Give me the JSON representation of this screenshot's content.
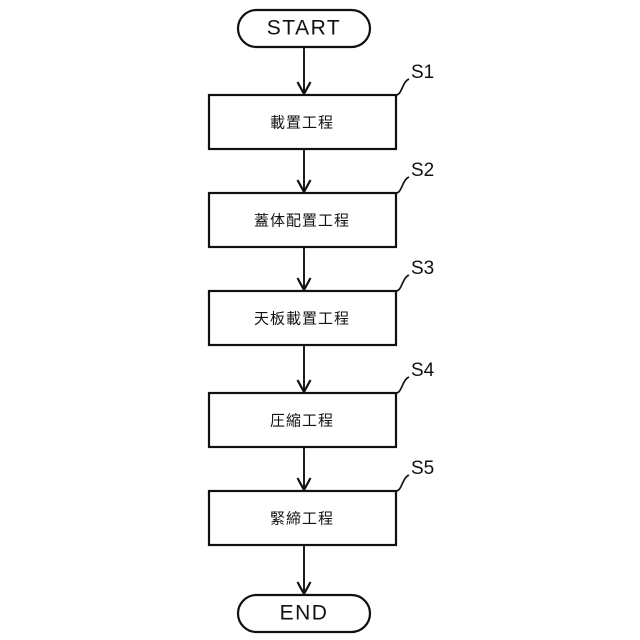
{
  "diagram": {
    "title": "",
    "type": "flowchart",
    "orientation": "vertical",
    "background_color": "#ffffff",
    "line_color": "#111111",
    "start": {
      "label": "START",
      "shape": "stadium"
    },
    "end": {
      "label": "END",
      "shape": "stadium"
    },
    "steps": [
      {
        "id": "S1",
        "label": "載置工程",
        "step_label": "S1"
      },
      {
        "id": "S2",
        "label": "蓋体配置工程",
        "step_label": "S2"
      },
      {
        "id": "S3",
        "label": "天板載置工程",
        "step_label": "S3"
      },
      {
        "id": "S4",
        "label": "圧縮工程",
        "step_label": "S4"
      },
      {
        "id": "S5",
        "label": "緊締工程",
        "step_label": "S5"
      }
    ],
    "connectors": [
      {
        "from": "START",
        "to": "S1"
      },
      {
        "from": "S1",
        "to": "S2"
      },
      {
        "from": "S2",
        "to": "S3"
      },
      {
        "from": "S3",
        "to": "S4"
      },
      {
        "from": "S4",
        "to": "S5"
      },
      {
        "from": "S5",
        "to": "END"
      }
    ]
  }
}
